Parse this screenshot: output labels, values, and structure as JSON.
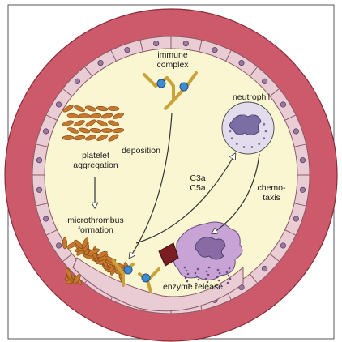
{
  "labels": {
    "immune_complex": "immune\ncomplex",
    "neutrophil": "neutrophil",
    "platelet_aggregation": "platelet\naggregation",
    "deposition": "deposition",
    "c3a_c5a": "C3a\nC5a",
    "chemotaxis": "chemo-\ntaxis",
    "microthrombus_formation": "microthrombus\nformation",
    "enzyme_release": "enzyme release"
  },
  "colors": {
    "vessel_wall": "#cc5a6a",
    "lumen": "#fbf6d2",
    "endothelium": "#e9ccd4",
    "antibody": "#c9a23a",
    "complement": "#3f8bd3",
    "platelet": "#c8782c",
    "neutrophil": "#e2dced",
    "macrophage": "#c7a3d6",
    "enzyme": "#7a1e24"
  }
}
